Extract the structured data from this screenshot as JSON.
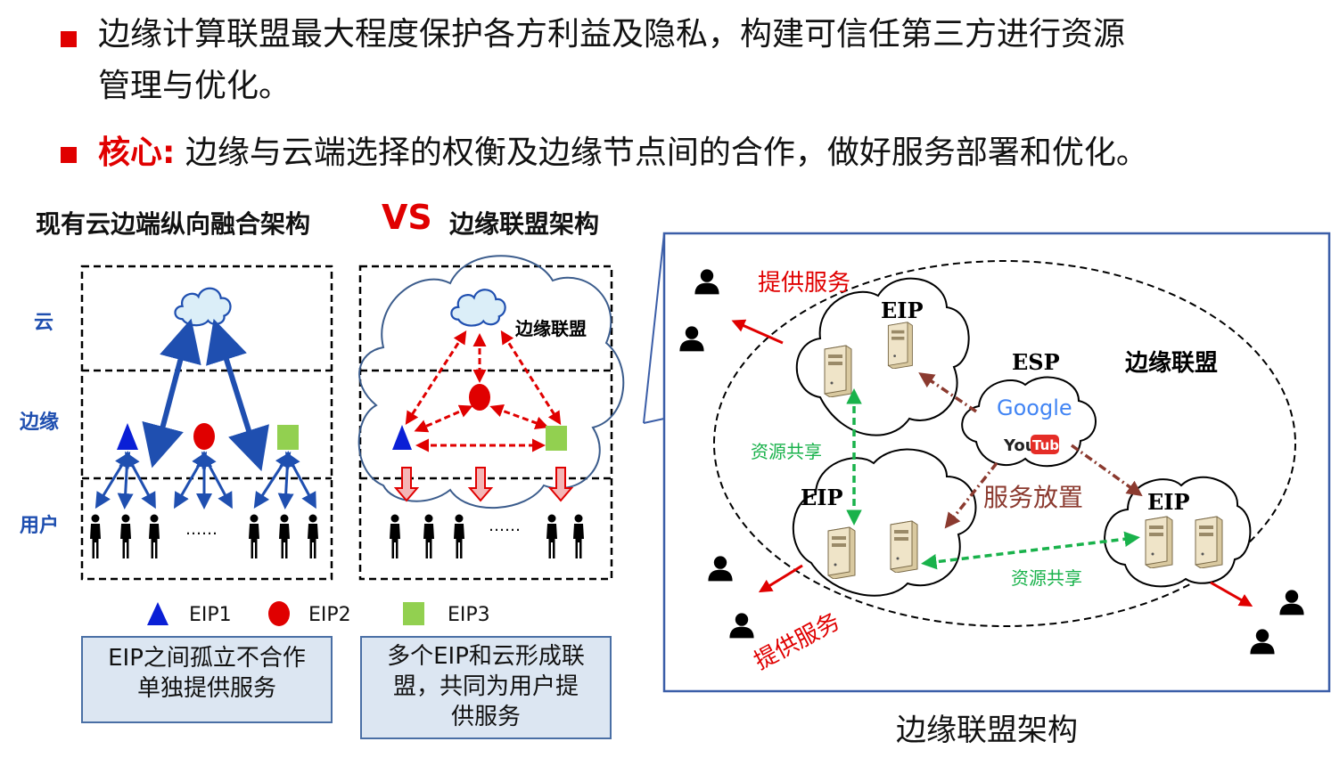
{
  "bullets": [
    {
      "text_line1": "边缘计算联盟最大程度保护各方利益及隐私，构建可信任第三方进行资源",
      "text_line2": "管理与优化。"
    },
    {
      "keyword": "核心:",
      "text": " 边缘与云端选择的权衡及边缘节点间的合作，做好服务部署和优化。"
    }
  ],
  "comparison": {
    "left_title": "现有云边端纵向融合架构",
    "vs": "VS",
    "right_title": "边缘联盟架构"
  },
  "rows": {
    "cloud": "云",
    "edge": "边缘",
    "user": "用户"
  },
  "diagram_left": {
    "ellipsis": "……"
  },
  "diagram_middle": {
    "alliance_label": "边缘联盟",
    "ellipsis": "……"
  },
  "legend": [
    {
      "label": "EIP1",
      "shape": "triangle",
      "color": "#0a1fd6"
    },
    {
      "label": "EIP2",
      "shape": "circle",
      "color": "#e00000"
    },
    {
      "label": "EIP3",
      "shape": "square",
      "color": "#92d050"
    }
  ],
  "notes": {
    "left": [
      "EIP之间孤立不合作",
      "单独提供服务"
    ],
    "right": [
      "多个EIP和云形成联",
      "盟，共同为用户提",
      "供服务"
    ]
  },
  "detail": {
    "provide_service_top": "提供服务",
    "provide_service_bottom": "提供服务",
    "eip": "EIP",
    "esp": "ESP",
    "alliance": "边缘联盟",
    "google": "Google",
    "youtube_you": "You",
    "youtube_tube": "Tube",
    "resource_share_1": "资源共享",
    "resource_share_2": "资源共享",
    "service_placement": "服务放置"
  },
  "caption": "边缘联盟架构",
  "colors": {
    "accent_red": "#e00000",
    "blue": "#1f4fb0",
    "green": "#19b24b",
    "brown": "#8b3a2f"
  }
}
